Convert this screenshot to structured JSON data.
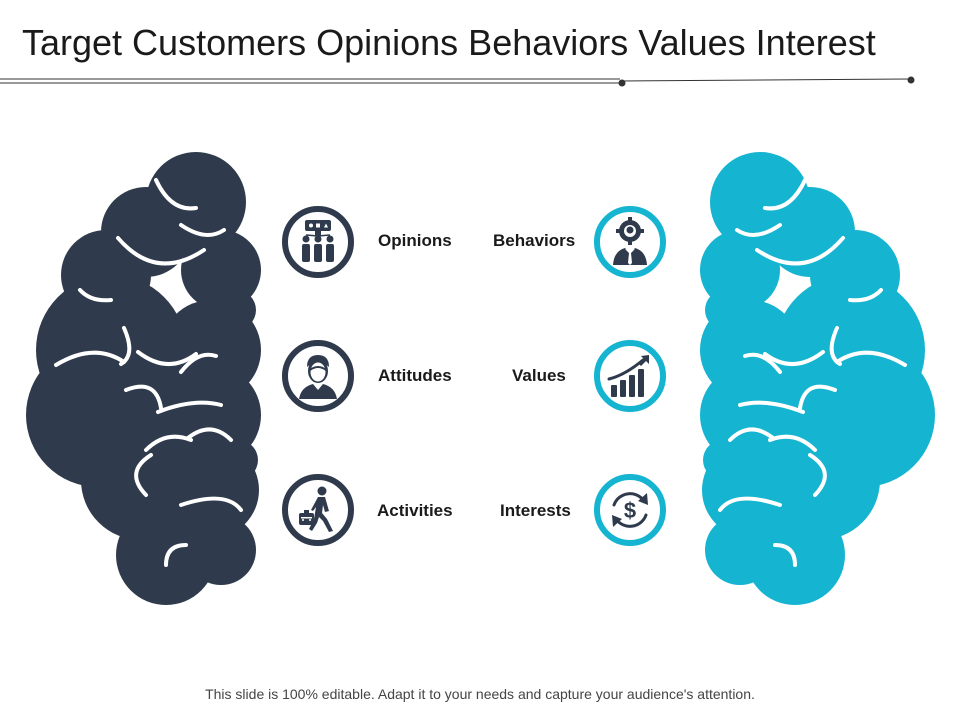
{
  "title": "Target Customers Opinions Behaviors Values Interest",
  "left_items": [
    {
      "label": "Opinions",
      "icon": "group-presentation-icon"
    },
    {
      "label": "Attitudes",
      "icon": "person-avatar-icon"
    },
    {
      "label": "Activities",
      "icon": "walking-businessman-icon"
    }
  ],
  "right_items": [
    {
      "label": "Behaviors",
      "icon": "businessman-gear-icon"
    },
    {
      "label": "Values",
      "icon": "growth-chart-icon"
    },
    {
      "label": "Interests",
      "icon": "dollar-cycle-icon"
    }
  ],
  "footer": "This slide is 100% editable. Adapt it to your needs and capture your audience's attention.",
  "colors": {
    "dark": "#2f3b4c",
    "teal": "#15b4d0",
    "text": "#1a1a1a"
  }
}
